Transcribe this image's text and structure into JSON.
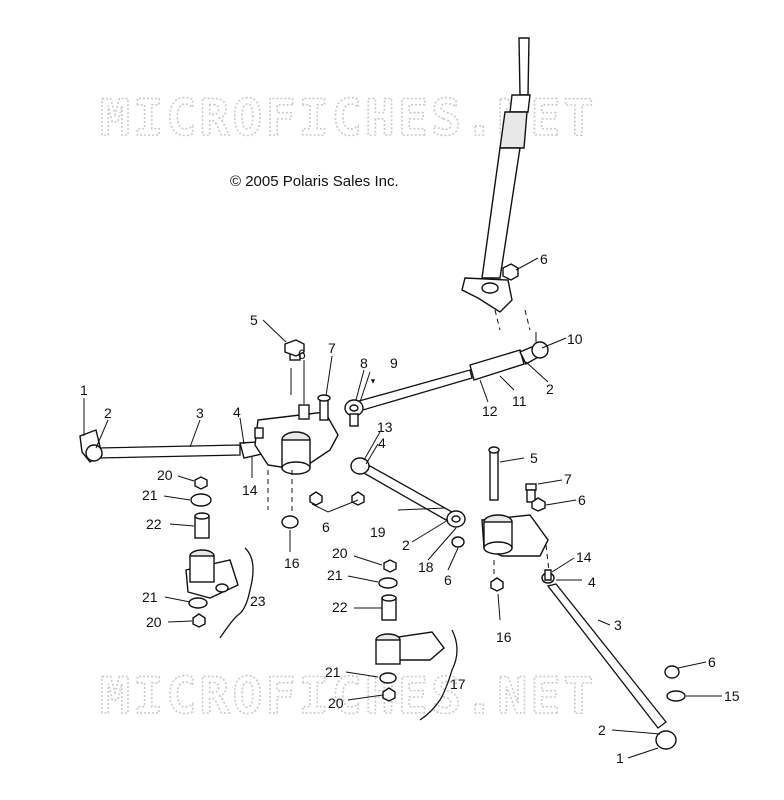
{
  "copyright": "© 2005 Polaris Sales Inc.",
  "watermark": "MICROFICHES.NET",
  "callouts": [
    {
      "id": "c1a",
      "label": "1"
    },
    {
      "id": "c2a",
      "label": "2"
    },
    {
      "id": "c3a",
      "label": "3"
    },
    {
      "id": "c4a",
      "label": "4"
    },
    {
      "id": "c14a",
      "label": "14"
    },
    {
      "id": "c5a",
      "label": "5"
    },
    {
      "id": "c6a",
      "label": "6"
    },
    {
      "id": "c7a",
      "label": "7"
    },
    {
      "id": "c8",
      "label": "8"
    },
    {
      "id": "c9",
      "label": "9"
    },
    {
      "id": "c10",
      "label": "10"
    },
    {
      "id": "c2b",
      "label": "2"
    },
    {
      "id": "c11",
      "label": "11"
    },
    {
      "id": "c12",
      "label": "12"
    },
    {
      "id": "c6b",
      "label": "6"
    },
    {
      "id": "c13",
      "label": "13"
    },
    {
      "id": "c4b",
      "label": "4"
    },
    {
      "id": "c20a",
      "label": "20"
    },
    {
      "id": "c21a",
      "label": "21"
    },
    {
      "id": "c22a",
      "label": "22"
    },
    {
      "id": "c6c",
      "label": "6"
    },
    {
      "id": "c16a",
      "label": "16"
    },
    {
      "id": "c19",
      "label": "19"
    },
    {
      "id": "c2c",
      "label": "2"
    },
    {
      "id": "c18",
      "label": "18"
    },
    {
      "id": "c6d",
      "label": "6"
    },
    {
      "id": "c5b",
      "label": "5"
    },
    {
      "id": "c7b",
      "label": "7"
    },
    {
      "id": "c6e",
      "label": "6"
    },
    {
      "id": "c14b",
      "label": "14"
    },
    {
      "id": "c4c",
      "label": "4"
    },
    {
      "id": "c16b",
      "label": "16"
    },
    {
      "id": "c3b",
      "label": "3"
    },
    {
      "id": "c23",
      "label": "23"
    },
    {
      "id": "c21b",
      "label": "21"
    },
    {
      "id": "c20b",
      "label": "20"
    },
    {
      "id": "c20c",
      "label": "20"
    },
    {
      "id": "c21c",
      "label": "21"
    },
    {
      "id": "c22b",
      "label": "22"
    },
    {
      "id": "c21d",
      "label": "21"
    },
    {
      "id": "c20d",
      "label": "20"
    },
    {
      "id": "c17",
      "label": "17"
    },
    {
      "id": "c6f",
      "label": "6"
    },
    {
      "id": "c15",
      "label": "15"
    },
    {
      "id": "c2d",
      "label": "2"
    },
    {
      "id": "c1b",
      "label": "1"
    }
  ]
}
